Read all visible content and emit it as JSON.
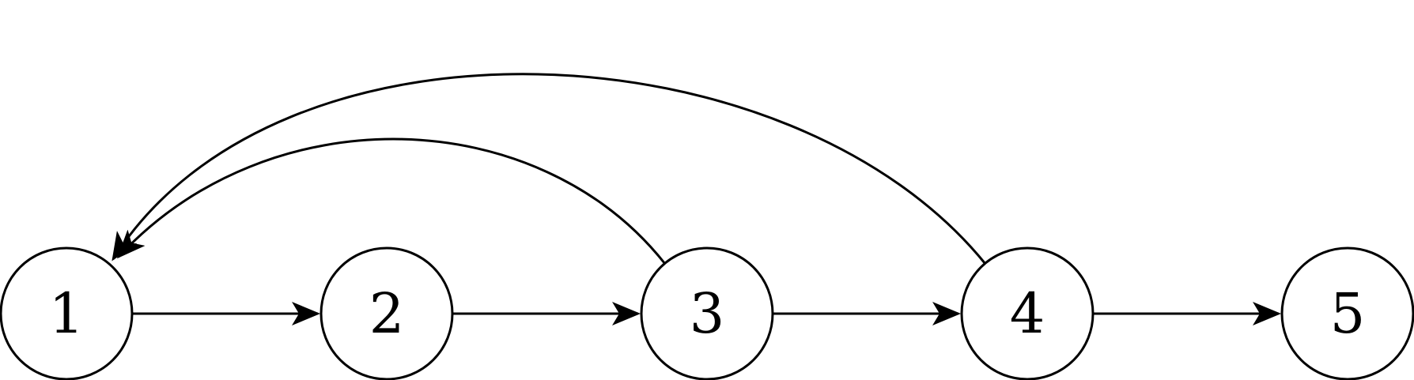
{
  "diagram": {
    "type": "directed-graph",
    "nodes": [
      {
        "id": "n1",
        "label": "1"
      },
      {
        "id": "n2",
        "label": "2"
      },
      {
        "id": "n3",
        "label": "3"
      },
      {
        "id": "n4",
        "label": "4"
      },
      {
        "id": "n5",
        "label": "5"
      }
    ],
    "edges": [
      {
        "from": "n1",
        "to": "n2"
      },
      {
        "from": "n2",
        "to": "n3"
      },
      {
        "from": "n3",
        "to": "n4"
      },
      {
        "from": "n4",
        "to": "n5"
      },
      {
        "from": "n3",
        "to": "n1"
      },
      {
        "from": "n4",
        "to": "n1"
      }
    ],
    "colors": {
      "stroke": "#000000",
      "node_fill": "#ffffff",
      "background": "#ffffff"
    }
  }
}
